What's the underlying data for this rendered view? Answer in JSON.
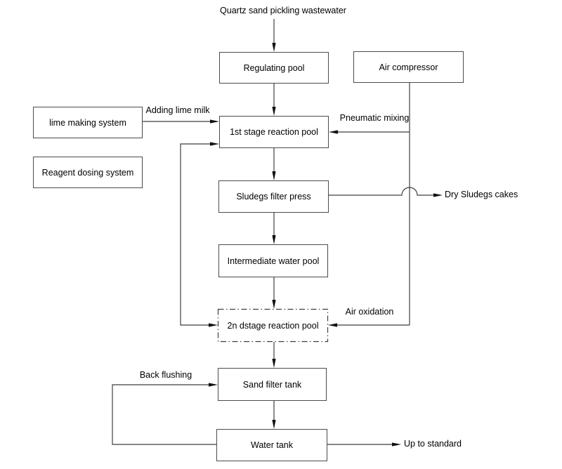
{
  "diagram": {
    "source_label": "Quartz sand pickling wastewater",
    "boxes": {
      "regulating_pool": "Regulating pool",
      "air_compressor": "Air compressor",
      "lime_making_system": "lime making system",
      "reagent_dosing_system": "Reagent dosing system",
      "first_stage_reaction_pool": "1st stage reaction pool",
      "sludges_filter_press": "Sludegs filter press",
      "intermediate_water_pool": "Intermediate water pool",
      "second_stage_reaction_pool": "2n dstage reaction pool",
      "sand_filter_tank": "Sand filter tank",
      "water_tank": "Water tank"
    },
    "edge_labels": {
      "adding_lime_milk": "Adding lime milk",
      "pneumatic_mixing": "Pneumatic mixing",
      "dry_sludges_cakes": "Dry Sludegs cakes",
      "air_oxidation": "Air oxidation",
      "back_flushing": "Back flushing",
      "up_to_standard": "Up to standard"
    },
    "colors": {
      "background": "#ffffff",
      "line": "#3f3f3f",
      "arrowhead": "#111111",
      "text": "#000000"
    }
  }
}
